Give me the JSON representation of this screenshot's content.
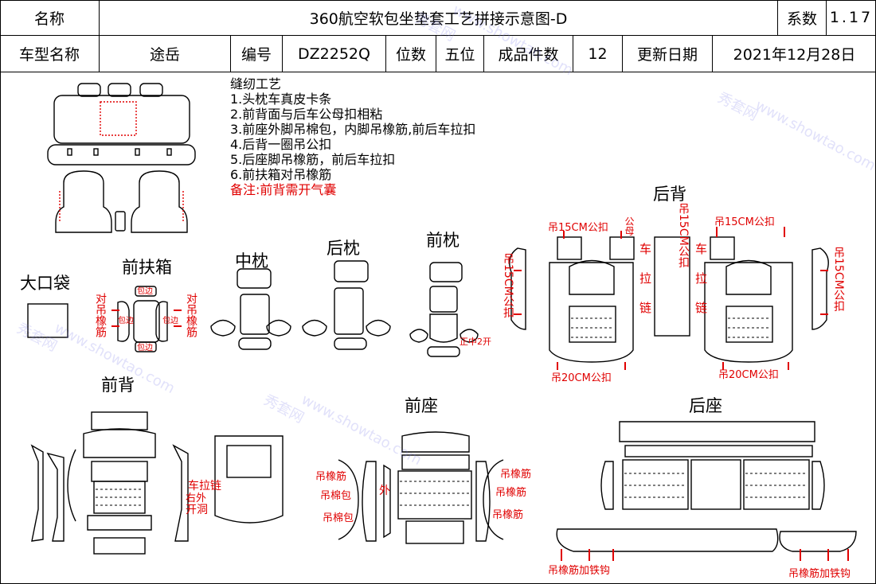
{
  "header": {
    "name_label": "名称",
    "title": "360航空软包坐垫套工艺拼接示意图-D",
    "coef_label": "系数",
    "coef_value": "1.17",
    "model_label": "车型名称",
    "model_value": "途岳",
    "code_label": "编号",
    "code_value": "DZ2252Q",
    "seats_label": "位数",
    "seats_value": "五位",
    "pieces_label": "成品件数",
    "pieces_value": "12",
    "date_label": "更新日期",
    "date_value": "2021年12月28日"
  },
  "process": {
    "heading": "缝纫工艺",
    "steps": [
      "1.头枕车真皮卡条",
      "2.前背面与后车公母扣相粘",
      "3.前座外脚吊棉包，内脚吊橡筋,前后车拉扣",
      "4.后背一圈吊公扣",
      "5.后座脚吊橡筋，前后车拉扣",
      "6.前扶箱对吊橡筋"
    ],
    "note": "备注:前背需开气囊"
  },
  "sections": {
    "big_pocket": "大口袋",
    "front_armrest": "前扶箱",
    "middle_headrest": "中枕",
    "rear_headrest": "后枕",
    "front_headrest": "前枕",
    "rear_back": "后背",
    "front_back": "前背",
    "front_seat": "前座",
    "rear_seat": "后座"
  },
  "annotations": {
    "armrest_left": "对吊橡筋",
    "armrest_right": "对吊橡筋",
    "armrest_binding_top": "包边",
    "armrest_binding_left": "包边",
    "armrest_binding_right": "包边",
    "armrest_binding_bottom": "包边",
    "front_headrest_opening": "正中2开",
    "rb_hang15_top_left": "吊15CM公扣",
    "rb_hang15_top_right": "吊15CM公扣",
    "rb_hang15_left": "吊15CM公扣",
    "rb_hang15_right": "吊15CM公扣",
    "rb_hang15_center": "吊15CM公扣",
    "rb_male_female": "公母",
    "rb_zip_left": "车拉链",
    "rb_zip_right": "车拉链",
    "rb_hang20_left": "吊20CM公扣",
    "rb_hang20_right": "吊20CM公扣",
    "fb_zip": "车拉链",
    "fb_right_outer": "右外",
    "fb_open_hole": "开洞",
    "fs_elastic_left": "吊橡筋",
    "fs_cotton_left_1": "吊棉包",
    "fs_cotton_left_2": "吊棉包",
    "fs_outer": "外",
    "fs_elastic_right_1": "吊橡筋",
    "fs_elastic_right_2": "吊橡筋",
    "fs_elastic_right_3": "吊橡筋",
    "rs_hook_left": "吊橡筋加铁钩",
    "rs_hook_right": "吊橡筋加铁钩"
  },
  "watermark": {
    "brand": "秀套网",
    "site": "www.showtao.com"
  },
  "colors": {
    "annotation": "#e00000",
    "line": "#000000",
    "watermark": "#7878e6"
  }
}
